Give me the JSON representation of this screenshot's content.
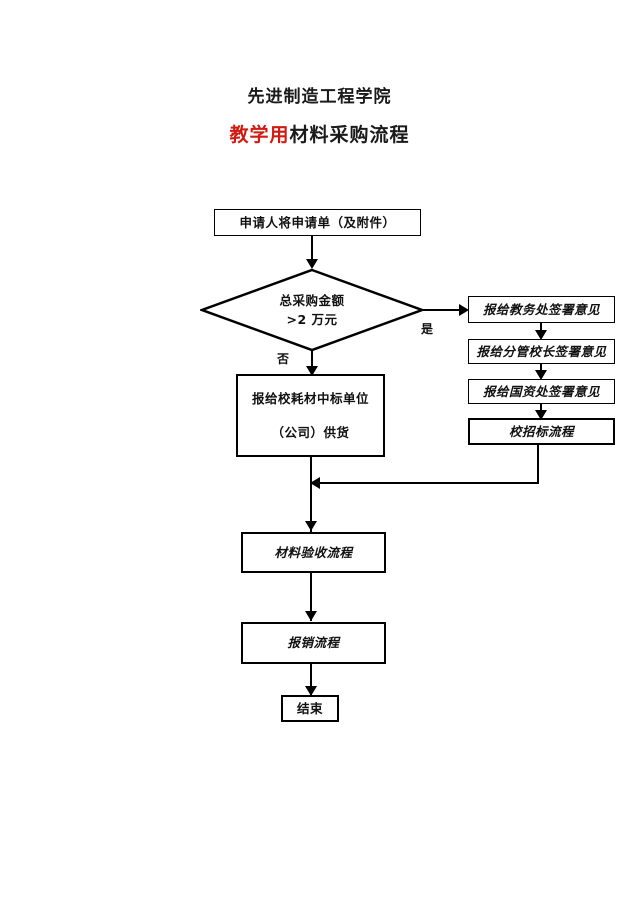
{
  "document": {
    "title_line1": "先进制造工程学院",
    "title_line2_accent": "教学用",
    "title_line2_rest": "材料采购流程"
  },
  "flow": {
    "start_node": {
      "label": "申请人将申请单（及附件）"
    },
    "decision": {
      "line1": "总采购金额",
      "line2": ">2 万元",
      "yes_label": "是",
      "no_label": "否"
    },
    "left_branch": {
      "supplier_node_line1": "报给校耗材中标单位",
      "supplier_node_line2": "（公司）供货"
    },
    "right_branch": {
      "approval_1": "报给教务处签署意见",
      "approval_2": "报给分管校长签署意见",
      "approval_3": "报给国资处签署意见",
      "tender_process": "校招标流程"
    },
    "merged": {
      "acceptance_process": "材料验收流程",
      "reimbursement_process": "报销流程",
      "end_node": "结束"
    }
  },
  "colors": {
    "accent_red": "#d01a12",
    "stroke": "#000000",
    "background": "#ffffff"
  }
}
